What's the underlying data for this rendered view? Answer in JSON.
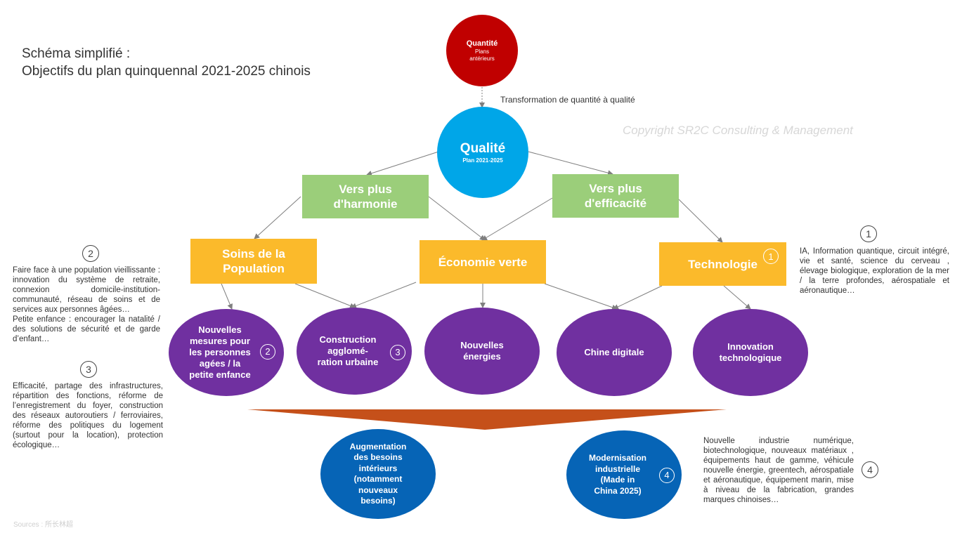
{
  "title": {
    "line1": "Schéma simplifié :",
    "line2": "Objectifs du plan quinquennal 2021-2025 chinois"
  },
  "copyright": "Copyright SR2C Consulting & Management",
  "transformation": "Transformation de quantité à qualité",
  "sources": "Sources : 所长林超",
  "nodes": {
    "quantite": {
      "title": "Quantité",
      "sub1": "Plans",
      "sub2": "antérieurs"
    },
    "qualite": {
      "title": "Qualité",
      "sub": "Plan 2021-2025"
    },
    "harmonie": {
      "line1": "Vers plus",
      "line2": "d'harmonie"
    },
    "efficacite": {
      "line1": "Vers plus",
      "line2": "d'efficacité"
    },
    "soins": {
      "line1": "Soins de la",
      "line2": "Population"
    },
    "economie": "Économie verte",
    "technologie": {
      "label": "Technologie",
      "num": "1"
    },
    "mesures": {
      "lines": [
        "Nouvelles",
        "mesures pour",
        "les personnes",
        "agées / la",
        "petite enfance"
      ],
      "num": "2"
    },
    "construction": {
      "lines": [
        "Construction",
        "agglomé-",
        "ration urbaine"
      ],
      "num": "3"
    },
    "energies": {
      "lines": [
        "Nouvelles",
        "énergies"
      ]
    },
    "chine_digitale": "Chine digitale",
    "innovation": {
      "lines": [
        "Innovation",
        "technologique"
      ]
    },
    "augmentation": {
      "lines": [
        "Augmentation",
        "des besoins",
        "intérieurs",
        "(notamment",
        "nouveaux",
        "besoins)"
      ]
    },
    "modernisation": {
      "lines": [
        "Modernisation",
        "industrielle",
        "(Made in",
        "China 2025)"
      ],
      "num": "4"
    }
  },
  "notes": {
    "n1": {
      "num": "1",
      "text": "IA, Information quantique, circuit intégré, vie et santé, science du cerveau , élevage biologique, exploration de la mer / la terre profondes, aérospatiale et aéronautique…"
    },
    "n2": {
      "num": "2",
      "text1": "Faire face à une population vieillissante : innovation du système de retraite, connexion domicile-institution-communauté, réseau de soins et de services aux personnes âgées…",
      "text2": "Petite enfance : encourager la natalité / des solutions de sécurité et de garde d’enfant…"
    },
    "n3": {
      "num": "3",
      "text": "Efficacité, partage des infrastructures, répartition des fonctions, réforme de l’enregistrement du foyer, construction des réseaux autoroutiers / ferroviaires, réforme des politiques du logement (surtout pour la location), protection écologique…"
    },
    "n4": {
      "num": "4",
      "text": "Nouvelle industrie numérique, biotechnologique, nouveaux matériaux , équipements haut de gamme, véhicule nouvelle énergie, greentech, aérospatiale et aéronautique, équipement marin, mise à niveau de la fabrication, grandes marques chinoises…"
    }
  },
  "colors": {
    "quantite": "#c00000",
    "qualite": "#00a6e8",
    "green": "#9bce7a",
    "orange": "#fbba2b",
    "purple": "#7030a0",
    "blue": "#0664b6",
    "funnel": "#c5501a"
  }
}
